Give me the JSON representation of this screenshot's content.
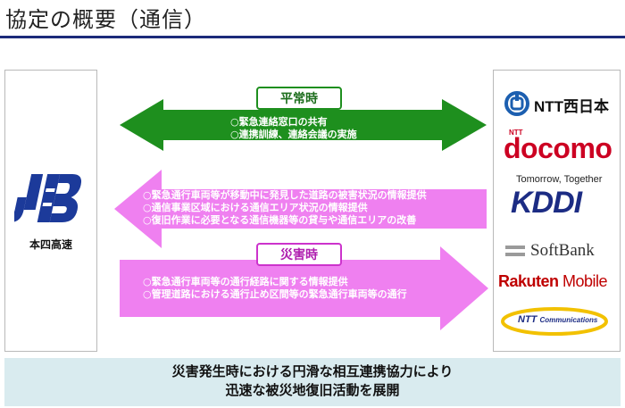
{
  "title": "協定の概要（通信）",
  "left_org": {
    "logo_text": "JB",
    "label": "本四高速"
  },
  "normal_time": {
    "label": "平常時",
    "items": [
      "○緊急連絡窓口の共有",
      "○連携訓練、連絡会議の実施"
    ],
    "color": "#1e8f1e"
  },
  "disaster_from_telecom": {
    "items": [
      "○緊急通行車両等が移動中に発見した道路の被害状況の情報提供",
      "○通信事業区域における通信エリア状況の情報提供",
      "○復旧作業に必要となる通信機器等の貸与や通信エリアの改善"
    ],
    "color": "#ef7ff0"
  },
  "disaster_time": {
    "label": "災害時",
    "items": [
      "○緊急通行車両等の通行経路に関する情報提供",
      "○管理道路における通行止め区間等の緊急通行車両等の通行"
    ],
    "color": "#ef7ff0"
  },
  "partners": {
    "ntt_west": "NTT西日本",
    "docomo_ntt": "NTT",
    "docomo": "docomo",
    "kddi_tagline": "Tomorrow, Together",
    "kddi": "KDDI",
    "softbank": "SoftBank",
    "rakuten_a": "Rakuten",
    "rakuten_b": "Mobile",
    "nttcom_a": "NTT",
    "nttcom_b": "Communications"
  },
  "summary": {
    "line1": "災害発生時における円滑な相互連携協力により",
    "line2": "迅速な被災地復旧活動を展開"
  }
}
